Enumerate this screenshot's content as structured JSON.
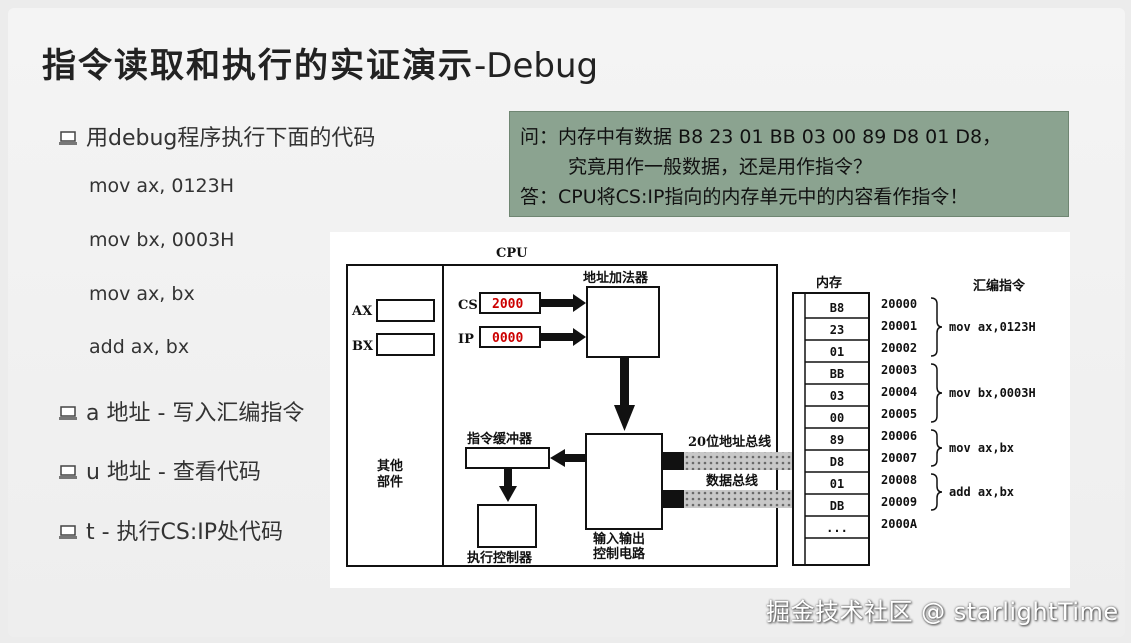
{
  "slide": {
    "title": "指令读取和执行的实证演示",
    "title_suffix": "-Debug",
    "bullets": [
      {
        "icon": "computer-icon",
        "text": "用debug程序执行下面的代码"
      },
      {
        "icon": "computer-icon",
        "text": "a 地址 - 写入汇编指令"
      },
      {
        "icon": "computer-icon",
        "text": "u 地址 - 查看代码"
      },
      {
        "icon": "computer-icon",
        "text": "t - 执行CS:IP处代码"
      }
    ],
    "code_lines": [
      "mov ax, 0123H",
      "mov bx, 0003H",
      "mov ax, bx",
      "add ax, bx"
    ]
  },
  "qa": {
    "q_line1": "问：内存中有数据 B8 23 01 BB 03 00 89 D8 01 D8，",
    "q_line2": "究竟用作一般数据，还是用作指令？",
    "a_line": "答：CPU将CS:IP指向的内存单元中的内容看作指令！"
  },
  "diagram": {
    "cpu_label": "CPU",
    "ax_label": "AX",
    "bx_label": "BX",
    "cs_label": "CS",
    "cs_value": "2000",
    "ip_label": "IP",
    "ip_value": "0000",
    "adder_label": "地址加法器",
    "other_parts_line1": "其他",
    "other_parts_line2": "部件",
    "buffer_label": "指令缓冲器",
    "exec_label": "执行控制器",
    "io_line1": "输入输出",
    "io_line2": "控制电路",
    "addr_bus_label": "20位地址总线",
    "data_bus_label": "数据总线",
    "memory_label": "内存",
    "asm_header": "汇编指令",
    "memory_cells": [
      "B8",
      "23",
      "01",
      "BB",
      "03",
      "00",
      "89",
      "D8",
      "01",
      "DB",
      "..."
    ],
    "addresses": [
      "20000",
      "20001",
      "20002",
      "20003",
      "20004",
      "20005",
      "20006",
      "20007",
      "20008",
      "20009",
      "2000A"
    ],
    "instructions": [
      "mov ax,0123H",
      "mov bx,0003H",
      "mov ax,bx",
      "add ax,bx"
    ]
  },
  "watermark": "掘金技术社区 @ starlightTime"
}
